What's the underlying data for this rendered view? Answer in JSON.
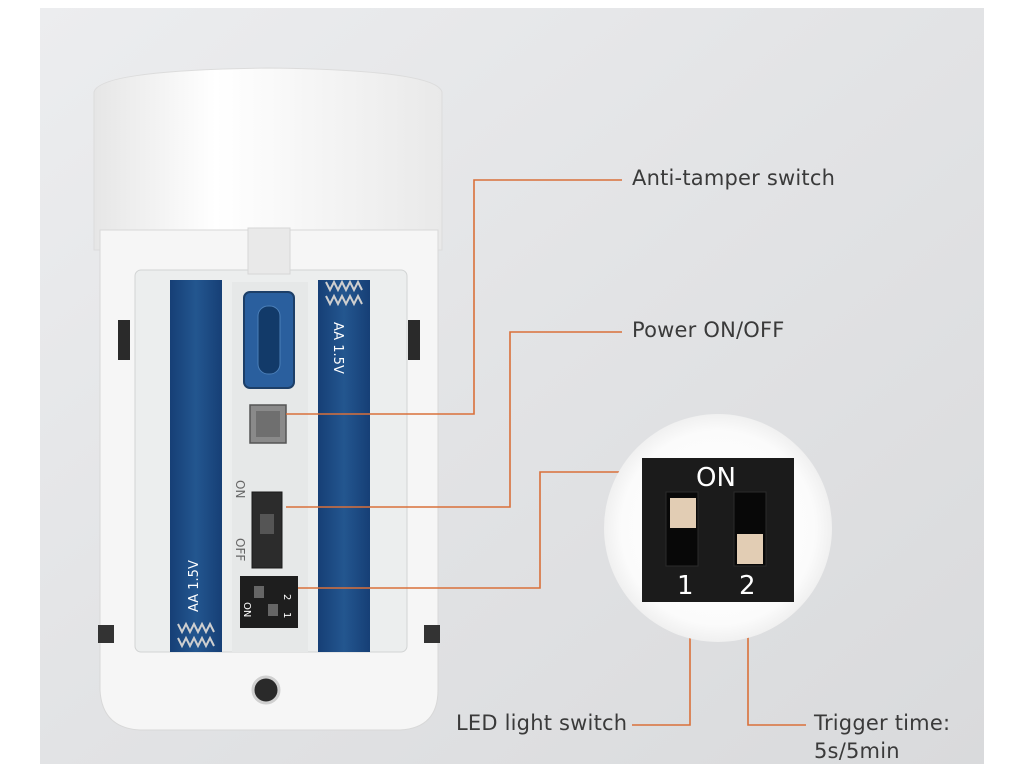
{
  "callouts": {
    "anti_tamper": "Anti-tamper switch",
    "power": "Power ON/OFF",
    "led": "LED light switch",
    "trigger_title": "Trigger time:",
    "trigger_value": "5s/5min"
  },
  "device": {
    "battery_label_left": "AA 1.5V",
    "battery_label_right": "AA 1.5V",
    "power_switch_on": "ON",
    "power_switch_off": "OFF",
    "dip_small_on": "ON",
    "dip_small_num1": "1",
    "dip_small_num2": "2"
  },
  "dip_zoom": {
    "on_label": "ON",
    "switch1_label": "1",
    "switch2_label": "2"
  },
  "colors": {
    "callout_line": "#d9703a",
    "battery_blue": "#1f4f8f",
    "housing_white": "#f7f7f7",
    "background_wall": "#e4e5e7",
    "dip_body": "#1b1b1b",
    "dip_knob": "#e2cdb4"
  }
}
